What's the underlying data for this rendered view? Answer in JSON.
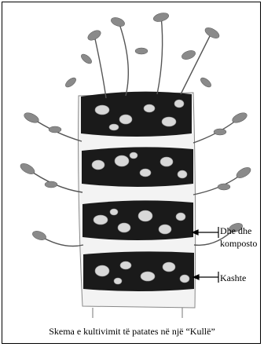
{
  "labels": {
    "soil_line1": "Dhe dhe",
    "soil_line2": "komposto",
    "straw": "Kashte"
  },
  "caption": "Skema e kultivimit të patates në një “Kullë”",
  "colors": {
    "soil": "#1a1a1a",
    "potato": "#d8d8d8",
    "sack": "#f2f2f2",
    "leaf": "#8a8a8a",
    "stem": "#555555"
  }
}
